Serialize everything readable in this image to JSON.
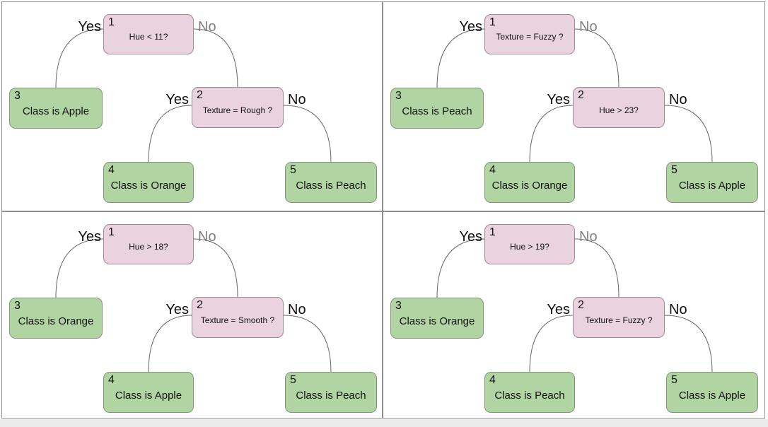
{
  "ui": {
    "yes_label": "Yes",
    "no_label": "No",
    "colors": {
      "decision_fill": "#EAD2DE",
      "decision_stroke": "#9E8A96",
      "leaf_fill": "#B1D5A2",
      "leaf_stroke": "#82957B",
      "edge_color": "#666666",
      "panel_border": "#8F8F8F",
      "no_muted": "#808080",
      "label_dark": "#111111"
    }
  },
  "diagram": {
    "description": "Four decision trees for classifying fruit (Apple / Orange / Peach) by Hue and Texture",
    "branch_structure": [
      {
        "from": 1,
        "to": 3,
        "answer": "Yes"
      },
      {
        "from": 1,
        "to": 2,
        "answer": "No"
      },
      {
        "from": 2,
        "to": 4,
        "answer": "Yes"
      },
      {
        "from": 2,
        "to": 5,
        "answer": "No"
      }
    ]
  },
  "trees": [
    {
      "panel": "top-left",
      "node1": {
        "number": "1",
        "type": "decision",
        "label": "Hue < 11?"
      },
      "node2": {
        "number": "2",
        "type": "decision",
        "label": "Texture = Rough ?"
      },
      "node3": {
        "number": "3",
        "type": "leaf",
        "label": "Class is Apple"
      },
      "node4": {
        "number": "4",
        "type": "leaf",
        "label": "Class is Orange"
      },
      "node5": {
        "number": "5",
        "type": "leaf",
        "label": "Class is Peach"
      }
    },
    {
      "panel": "top-right",
      "node1": {
        "number": "1",
        "type": "decision",
        "label": "Texture = Fuzzy ?"
      },
      "node2": {
        "number": "2",
        "type": "decision",
        "label": "Hue > 23?"
      },
      "node3": {
        "number": "3",
        "type": "leaf",
        "label": "Class is Peach"
      },
      "node4": {
        "number": "4",
        "type": "leaf",
        "label": "Class is Orange"
      },
      "node5": {
        "number": "5",
        "type": "leaf",
        "label": "Class is Apple"
      }
    },
    {
      "panel": "bottom-left",
      "node1": {
        "number": "1",
        "type": "decision",
        "label": "Hue > 18?"
      },
      "node2": {
        "number": "2",
        "type": "decision",
        "label": "Texture = Smooth ?"
      },
      "node3": {
        "number": "3",
        "type": "leaf",
        "label": "Class is Orange"
      },
      "node4": {
        "number": "4",
        "type": "leaf",
        "label": "Class is Apple"
      },
      "node5": {
        "number": "5",
        "type": "leaf",
        "label": "Class is Peach"
      }
    },
    {
      "panel": "bottom-right",
      "node1": {
        "number": "1",
        "type": "decision",
        "label": "Hue > 19?"
      },
      "node2": {
        "number": "2",
        "type": "decision",
        "label": "Texture = Fuzzy ?"
      },
      "node3": {
        "number": "3",
        "type": "leaf",
        "label": "Class is Orange"
      },
      "node4": {
        "number": "4",
        "type": "leaf",
        "label": "Class is Peach"
      },
      "node5": {
        "number": "5",
        "type": "leaf",
        "label": "Class is Apple"
      }
    }
  ]
}
